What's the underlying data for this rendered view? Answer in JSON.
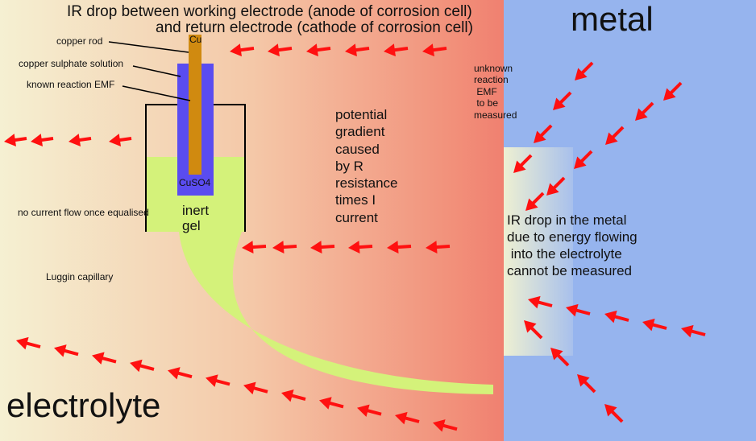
{
  "title_line1": "IR drop between working electrode (anode of corrosion cell)",
  "title_line2": "and return electrode (cathode of corrosion cell)",
  "labels": {
    "copper_rod": "copper rod",
    "copper_sulphate": "copper sulphate solution",
    "known_emf": "known reaction EMF",
    "cu": "Cu",
    "cuso4": "CuSO4",
    "no_current": "no current flow once equalised",
    "inert_gel": "inert\ngel",
    "luggin": "Luggin capillary",
    "potential_gradient": "potential\ngradient\ncaused\nby R\nresistance\ntimes I\ncurrent",
    "unknown_emf": "unknown\nreaction\n EMF\n to be\nmeasured",
    "ir_metal": "IR drop in the metal\ndue to energy flowing\n into the electrolyte\ncannot be measured",
    "metal": "metal",
    "electrolyte": "electrolyte"
  },
  "colors": {
    "arrow": "#ff1010",
    "metal": "#96b4ee",
    "gel": "#d4f27a",
    "cuso4_tube": "#5a4cf0",
    "copper": "#d08a10"
  }
}
